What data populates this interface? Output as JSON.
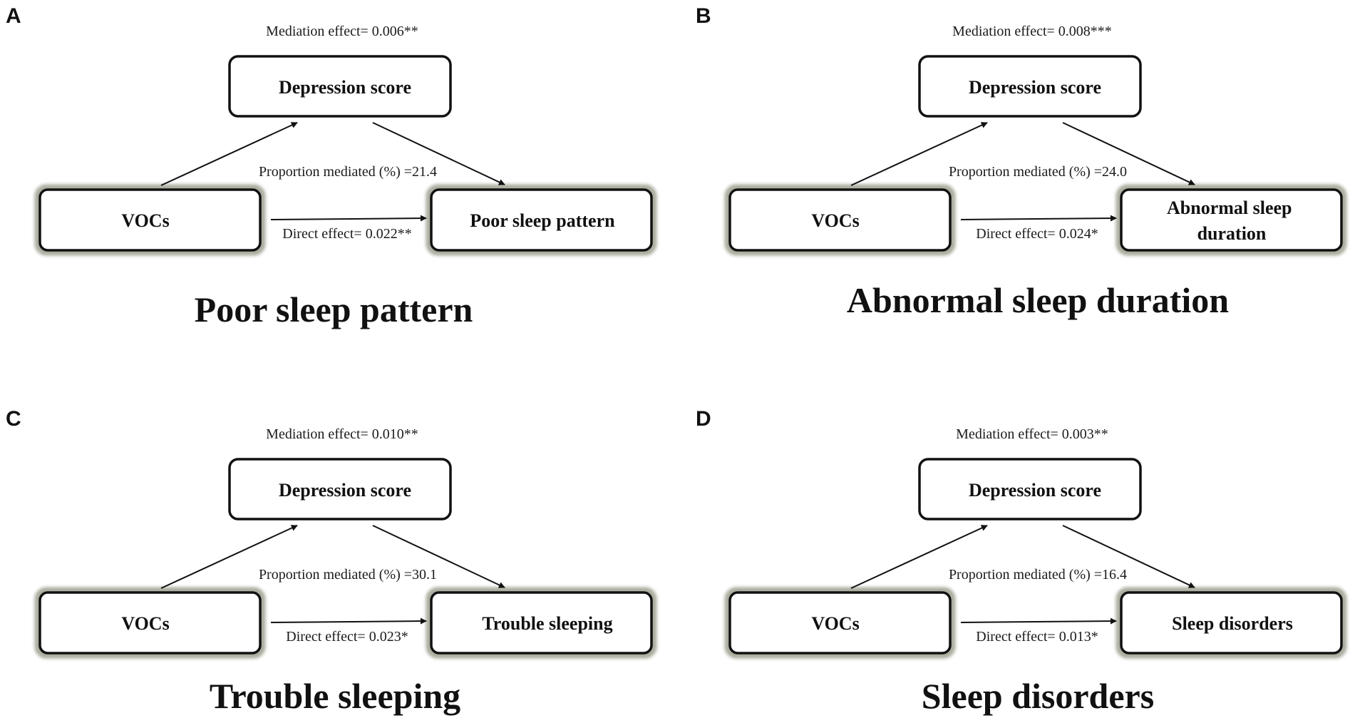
{
  "panels": [
    {
      "letter": "A",
      "mediation_effect": "Mediation effect= 0.006**",
      "mediator": "Depression score",
      "exposure": "VOCs",
      "outcome_lines": [
        "Poor sleep pattern"
      ],
      "proportion_mediated": "Proportion mediated (%) =21.4",
      "direct_effect": "Direct effect= 0.022**",
      "title": "Poor sleep pattern"
    },
    {
      "letter": "B",
      "mediation_effect": "Mediation effect= 0.008***",
      "mediator": "Depression score",
      "exposure": "VOCs",
      "outcome_lines": [
        "Abnormal sleep",
        "duration"
      ],
      "proportion_mediated": "Proportion mediated (%) =24.0",
      "direct_effect": "Direct effect= 0.024*",
      "title": "Abnormal sleep duration"
    },
    {
      "letter": "C",
      "mediation_effect": "Mediation effect= 0.010**",
      "mediator": "Depression score",
      "exposure": "VOCs",
      "outcome_lines": [
        "Trouble sleeping"
      ],
      "proportion_mediated": "Proportion mediated (%) =30.1",
      "direct_effect": "Direct effect= 0.023*",
      "title": "Trouble sleeping"
    },
    {
      "letter": "D",
      "mediation_effect": "Mediation effect= 0.003**",
      "mediator": "Depression score",
      "exposure": "VOCs",
      "outcome_lines": [
        "Sleep disorders"
      ],
      "proportion_mediated": "Proportion mediated (%) =16.4",
      "direct_effect": "Direct effect= 0.013*",
      "title": "Sleep disorders"
    }
  ],
  "colors": {
    "line": "#111111",
    "box_fill": "#ffffff",
    "glow": "#a9ab9c",
    "text": "#111111"
  }
}
